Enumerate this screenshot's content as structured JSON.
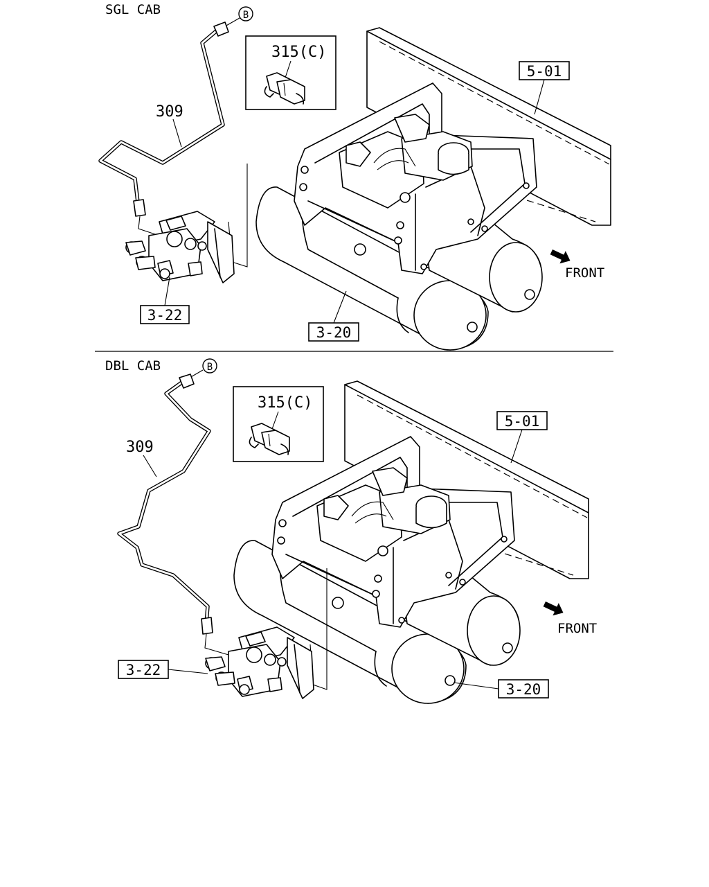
{
  "sections": [
    {
      "title": "SGL CAB",
      "ref_circle": "B",
      "labels": {
        "pipe": "309",
        "clip": "315(C)",
        "frame": "5-01",
        "valve": "3-22",
        "tank": "3-20",
        "direction": "FRONT"
      }
    },
    {
      "title": "DBL CAB",
      "ref_circle": "B",
      "labels": {
        "pipe": "309",
        "clip": "315(C)",
        "frame": "5-01",
        "valve": "3-22",
        "tank": "3-20",
        "direction": "FRONT"
      }
    }
  ]
}
